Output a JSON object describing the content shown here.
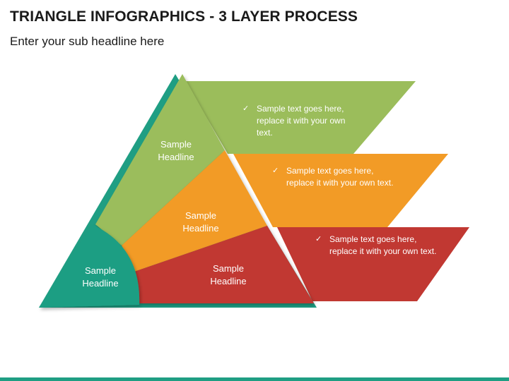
{
  "header": {
    "title": "TRIANGLE INFOGRAPHICS - 3 LAYER PROCESS",
    "subtitle": "Enter your sub headline here"
  },
  "colors": {
    "teal": "#1f9e83",
    "teal_dark": "#178069",
    "green": "#9bbd5b",
    "orange": "#f29b26",
    "red": "#c13832",
    "white": "#ffffff"
  },
  "layers": [
    {
      "id": "top",
      "color": "green",
      "headline": "Sample",
      "headline2": "Headline",
      "text": "Sample text goes here, replace it with your own text."
    },
    {
      "id": "middle",
      "color": "orange",
      "headline": "Sample",
      "headline2": "Headline",
      "text": "Sample text goes here, replace it with your own text."
    },
    {
      "id": "bottom",
      "color": "red",
      "headline": "Sample",
      "headline2": "Headline",
      "text": "Sample text goes here, replace it with your own text."
    }
  ],
  "base": {
    "headline": "Sample",
    "headline2": "Headline"
  },
  "check_icon": "check-icon"
}
